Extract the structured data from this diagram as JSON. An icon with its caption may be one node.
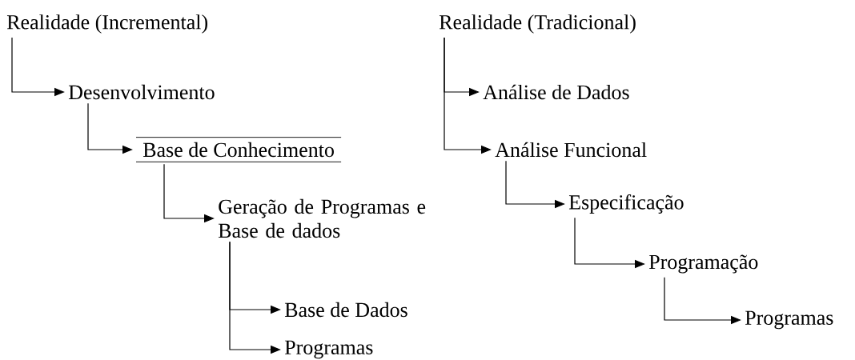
{
  "diagram": {
    "nodes": [
      {
        "text": [
          "Realidade (Incremental)"
        ]
      },
      {
        "text": [
          "Desenvolvimento"
        ]
      },
      {
        "text": [
          "Base de Conhecimento"
        ]
      },
      {
        "text": [
          "Geração de Programas e Base de dados"
        ]
      },
      {
        "text": [
          "Base de Dados"
        ]
      },
      {
        "text": [
          "Programas"
        ]
      },
      {
        "text": [
          "Realidade (Tradicional)"
        ]
      },
      {
        "text": [
          "Análise de Dados"
        ]
      },
      {
        "text": [
          "Análise Funcional"
        ]
      },
      {
        "text": [
          "Especificação"
        ]
      },
      {
        "text": [
          "Programação"
        ]
      },
      {
        "text": [
          "Programas"
        ]
      }
    ],
    "edges": [
      {
        "from": 0,
        "to": 1,
        "arrow": "to"
      },
      {
        "from": 1,
        "to": 2,
        "arrow": "to"
      },
      {
        "from": 2,
        "to": 3,
        "arrow": "to"
      },
      {
        "from": 3,
        "to": 4,
        "arrow": "to"
      },
      {
        "from": 3,
        "to": 5,
        "arrow": "to"
      },
      {
        "from": 6,
        "to": 7,
        "arrow": "to"
      },
      {
        "from": 6,
        "to": 8,
        "arrow": "to"
      },
      {
        "from": 8,
        "to": 9,
        "arrow": "to"
      },
      {
        "from": 9,
        "to": 10,
        "arrow": "to"
      },
      {
        "from": 10,
        "to": 11,
        "arrow": "to"
      }
    ]
  }
}
